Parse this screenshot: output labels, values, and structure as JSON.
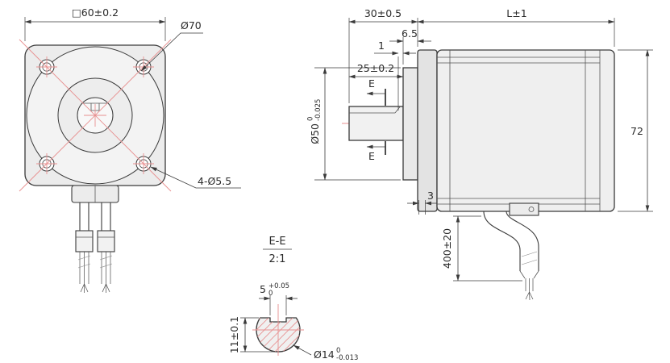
{
  "front_view": {
    "flange_size": "□60±0.2",
    "pilot_diameter": "Ø70",
    "mounting_holes": "4-Ø5.5"
  },
  "side_view": {
    "shaft_assembly_length": "30±0.5",
    "body_length": "L±1",
    "boss_length": "6.5",
    "flat_end_clearance": "1",
    "shaft_length": "25±0.2",
    "section_mark_top": "E",
    "section_mark_bottom": "E",
    "boss_diameter": "Ø50",
    "boss_diameter_tol_upper": "0",
    "boss_diameter_tol_lower": "-0.025",
    "body_height": "72",
    "step_depth": "3",
    "cable_length": "400±20"
  },
  "section_view": {
    "title": "E-E",
    "scale": "2:1",
    "flat_width": "5",
    "flat_width_tol_upper": "+0.05",
    "flat_width_tol_lower": "0",
    "flat_height": "11±0.1",
    "shaft_diameter": "Ø14",
    "shaft_diameter_tol_upper": "0",
    "shaft_diameter_tol_lower": "-0.013"
  },
  "colors": {
    "line": "#3a3a3a",
    "fill_light": "#ededed",
    "centerline": "#e88f8f",
    "background": "#ffffff"
  }
}
